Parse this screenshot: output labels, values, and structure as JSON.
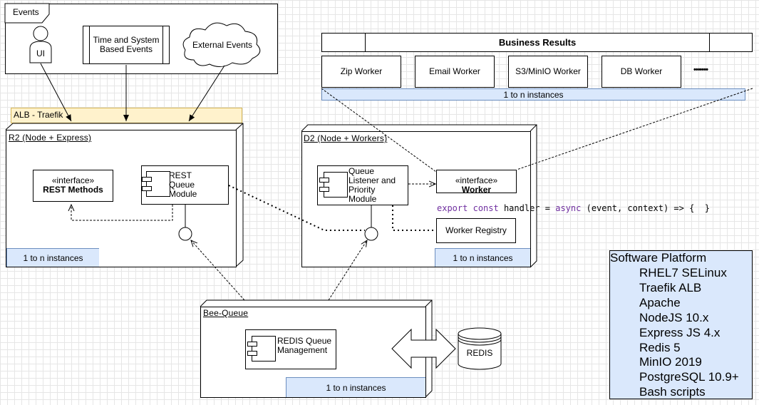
{
  "events": {
    "title": "Events",
    "ui_label": "UI",
    "time_events_label": "Time and System Based Events",
    "external_events_label": "External Events"
  },
  "alb": {
    "label": "ALB - Traefik"
  },
  "r2": {
    "title": "R2 (Node + Express)",
    "interface_stereotype": "«interface»",
    "interface_name": "REST Methods",
    "module_label": "REST Queue Module",
    "instances": "1 to n instances"
  },
  "d2": {
    "title": "D2 (Node + Workers)",
    "listener_label": "Queue Listener and Priority Module",
    "worker_stereotype": "«interface»",
    "worker_name": "Worker",
    "registry_label": "Worker Registry",
    "instances": "1 to n instances",
    "code": {
      "kw1": "export",
      "kw2": "const",
      "name": "handler",
      "eq": "=",
      "kw3": "async",
      "rest": "(event, context) => {  }"
    }
  },
  "business": {
    "title": "Business Results",
    "workers": [
      "Zip Worker",
      "Email Worker",
      "S3/MinIO Worker",
      "DB Worker"
    ],
    "ellipsis": "•••••••",
    "instances": "1 to n instances"
  },
  "bee": {
    "title": "Bee-Queue",
    "module_label": "REDIS Queue Management",
    "instances": "1 to n instances"
  },
  "redis": {
    "label": "REDIS"
  },
  "platform": {
    "title": "Software Platform",
    "items": [
      "RHEL7 SELinux",
      "Traefik ALB",
      "Apache",
      "NodeJS 10.x",
      "Express JS 4.x",
      "Redis 5",
      "MinIO 2019",
      "PostgreSQL 10.9+",
      "Bash scripts"
    ]
  },
  "colors": {
    "alb_fill": "#fff2cc",
    "alb_border": "#d6b656",
    "instances_fill": "#dae8fc",
    "instances_border": "#6c8ebf",
    "platform_fill": "#dae8fc",
    "code_keyword": "#7030a0"
  }
}
